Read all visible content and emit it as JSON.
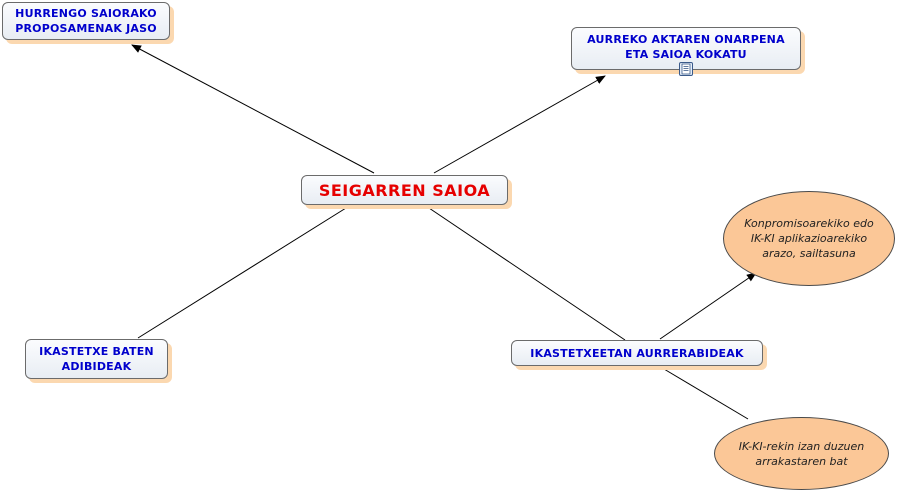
{
  "central": {
    "label": "SEIGARREN SAIOA"
  },
  "nodes": {
    "next_session": {
      "label": "HURRENGO SAIORAKO\nPROPOSAMENAK JASO"
    },
    "previous_minutes": {
      "label": "AURREKO AKTAREN ONARPENA\nETA SAIOA KOKATU"
    },
    "school_example": {
      "label": "IKASTETXE BATEN\nADIBIDEAK"
    },
    "school_progress": {
      "label": "IKASTETXEETAN AURRERABIDEAK"
    }
  },
  "notes": {
    "difficulty": {
      "label": "Konpromisoarekiko edo\nIK-KI aplikazioarekiko\narazo, sailtasuna"
    },
    "success": {
      "label": "IK-KI-rekin izan duzuen\narrakastaren bat"
    }
  },
  "colors": {
    "central_text": "#e60000",
    "node_text": "#0000cc",
    "note_fill": "#fbc797",
    "shadow": "#fbd8b0"
  },
  "icons": {
    "attachment": "document-icon"
  }
}
